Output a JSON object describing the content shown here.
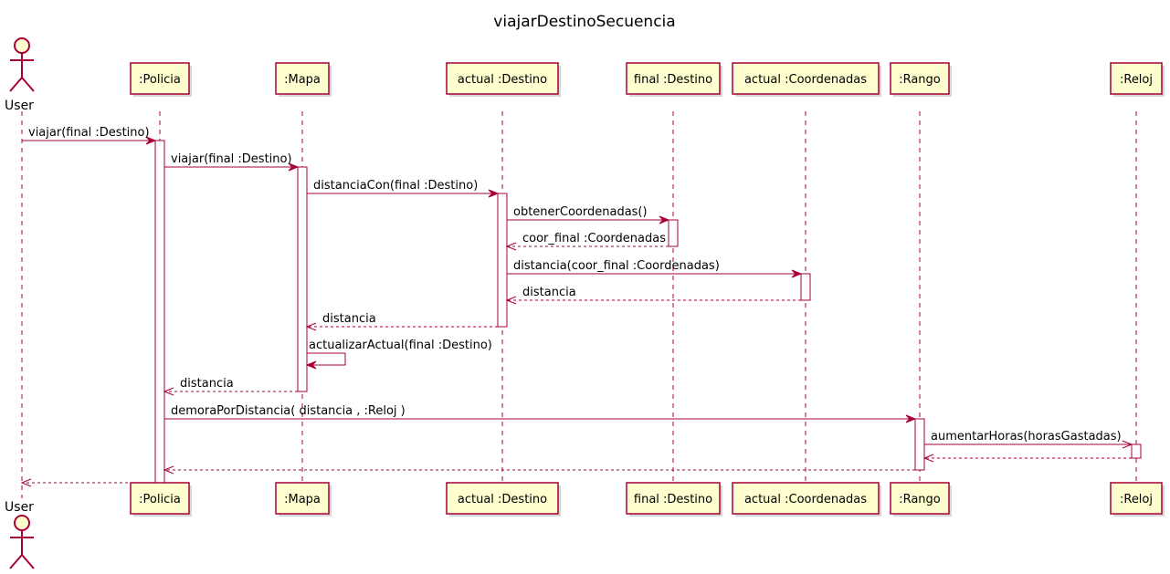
{
  "title": "viajarDestinoSecuencia",
  "colors": {
    "box_fill": "#FEFECE",
    "border": "#A80036",
    "arrow": "#A80036",
    "text": "#000000"
  },
  "participants": [
    {
      "id": "user",
      "label": "User",
      "kind": "actor"
    },
    {
      "id": "policia",
      "label": ":Policia",
      "kind": "participant"
    },
    {
      "id": "mapa",
      "label": ":Mapa",
      "kind": "participant"
    },
    {
      "id": "actual_destino",
      "label": "actual :Destino",
      "kind": "participant"
    },
    {
      "id": "final_destino",
      "label": "final :Destino",
      "kind": "participant"
    },
    {
      "id": "actual_coordenadas",
      "label": "actual :Coordenadas",
      "kind": "participant"
    },
    {
      "id": "rango",
      "label": ":Rango",
      "kind": "participant"
    },
    {
      "id": "reloj",
      "label": ":Reloj",
      "kind": "participant"
    }
  ],
  "messages": [
    {
      "from": "user",
      "to": "policia",
      "label": "viajar(final :Destino)",
      "kind": "sync"
    },
    {
      "from": "policia",
      "to": "mapa",
      "label": "viajar(final :Destino)",
      "kind": "sync"
    },
    {
      "from": "mapa",
      "to": "actual_destino",
      "label": "distanciaCon(final :Destino)",
      "kind": "sync"
    },
    {
      "from": "actual_destino",
      "to": "final_destino",
      "label": "obtenerCoordenadas()",
      "kind": "sync"
    },
    {
      "from": "final_destino",
      "to": "actual_destino",
      "label": "coor_final :Coordenadas",
      "kind": "return"
    },
    {
      "from": "actual_destino",
      "to": "actual_coordenadas",
      "label": "distancia(coor_final :Coordenadas)",
      "kind": "sync"
    },
    {
      "from": "actual_coordenadas",
      "to": "actual_destino",
      "label": "distancia",
      "kind": "return"
    },
    {
      "from": "actual_destino",
      "to": "mapa",
      "label": "distancia",
      "kind": "return"
    },
    {
      "from": "mapa",
      "to": "mapa",
      "label": "actualizarActual(final :Destino)",
      "kind": "self"
    },
    {
      "from": "mapa",
      "to": "policia",
      "label": "distancia",
      "kind": "return"
    },
    {
      "from": "policia",
      "to": "rango",
      "label": "demoraPorDistancia( distancia , :Reloj )",
      "kind": "sync"
    },
    {
      "from": "rango",
      "to": "reloj",
      "label": "aumentarHoras(horasGastadas)",
      "kind": "async"
    },
    {
      "from": "reloj",
      "to": "rango",
      "label": "",
      "kind": "return"
    },
    {
      "from": "rango",
      "to": "policia",
      "label": "",
      "kind": "return"
    },
    {
      "from": "policia",
      "to": "user",
      "label": "",
      "kind": "return"
    }
  ]
}
